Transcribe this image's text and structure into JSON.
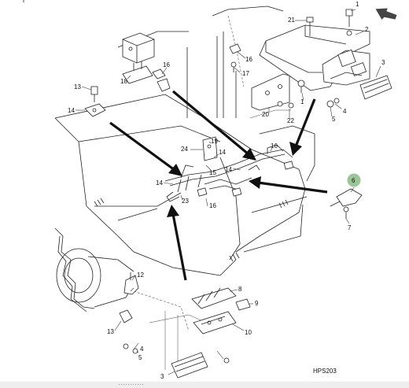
{
  "figure": {
    "code": "HPS203",
    "callouts": [
      {
        "id": "c1a",
        "text": "1"
      },
      {
        "id": "c1b",
        "text": "1"
      },
      {
        "id": "c2",
        "text": "2"
      },
      {
        "id": "c3a",
        "text": "3"
      },
      {
        "id": "c3b",
        "text": "3"
      },
      {
        "id": "c4a",
        "text": "4"
      },
      {
        "id": "c4b",
        "text": "4"
      },
      {
        "id": "c5a",
        "text": "5"
      },
      {
        "id": "c5b",
        "text": "5"
      },
      {
        "id": "c6",
        "text": "6"
      },
      {
        "id": "c7",
        "text": "7"
      },
      {
        "id": "c8",
        "text": "8"
      },
      {
        "id": "c9",
        "text": "9"
      },
      {
        "id": "c10",
        "text": "10"
      },
      {
        "id": "c12",
        "text": "12"
      },
      {
        "id": "c13a",
        "text": "13"
      },
      {
        "id": "c13b",
        "text": "13"
      },
      {
        "id": "c14a",
        "text": "14"
      },
      {
        "id": "c14b",
        "text": "14"
      },
      {
        "id": "c14c",
        "text": "14"
      },
      {
        "id": "c14d",
        "text": "14"
      },
      {
        "id": "c15",
        "text": "15"
      },
      {
        "id": "c16a",
        "text": "16"
      },
      {
        "id": "c16b",
        "text": "16"
      },
      {
        "id": "c16c",
        "text": "16"
      },
      {
        "id": "c16d",
        "text": "16"
      },
      {
        "id": "c17",
        "text": "17"
      },
      {
        "id": "c18",
        "text": "18"
      },
      {
        "id": "c19",
        "text": "19"
      },
      {
        "id": "c20",
        "text": "20"
      },
      {
        "id": "c21",
        "text": "21"
      },
      {
        "id": "c22",
        "text": "22"
      },
      {
        "id": "c23",
        "text": "23"
      },
      {
        "id": "c24",
        "text": "24"
      }
    ]
  },
  "colors": {
    "highlight": "#9dc59a",
    "ink": "#111111",
    "back_arrow": "#444444"
  },
  "icons": {
    "back": "back-arrow-icon"
  }
}
